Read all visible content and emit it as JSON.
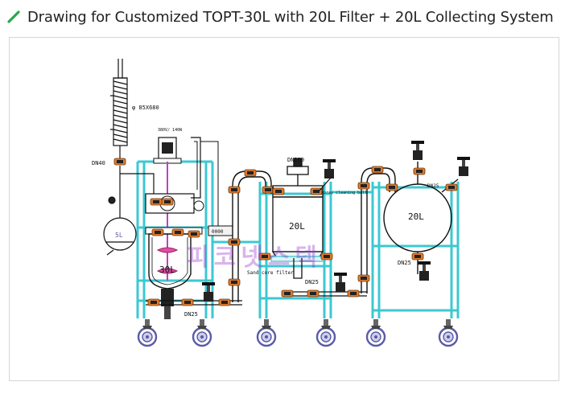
{
  "page": {
    "title": "Drawing  for Customized TOPT-30L with 20L Filter + 20L Collecting System"
  },
  "diagram": {
    "labels": {
      "condenser": "φ 85X680",
      "dn40": "DN40",
      "flask": "5L",
      "motor": "380V/ 140W",
      "controller": "0000",
      "reactor": "30L",
      "dn25_left": "DN25",
      "dn100": "DN100",
      "filter": "20L",
      "sand_core": "Sand core filter",
      "dn25_mid": "DN25",
      "spray": "spray cleaning ball",
      "receiver": "20L",
      "dn25_right": "DN25",
      "dn25_top_right": "DN25"
    },
    "watermark": "피코넷스텍",
    "colors": {
      "frame": "#3cc8d2",
      "glass": "#111111",
      "clamp": "#e07a2c",
      "stirrer": "#c040c0",
      "pink": "#e04fa0",
      "wheel": "#5a5aa8"
    }
  }
}
